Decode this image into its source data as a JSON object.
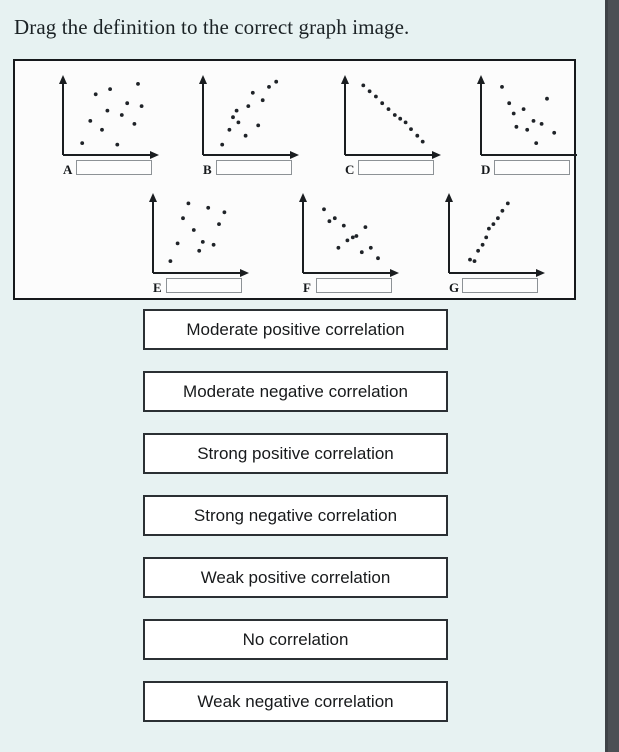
{
  "prompt": "Drag the definition to the correct graph image.",
  "graphs": [
    {
      "label": "A",
      "pattern": "no-correlation",
      "points": [
        [
          0.18,
          0.12
        ],
        [
          0.27,
          0.42
        ],
        [
          0.33,
          0.78
        ],
        [
          0.4,
          0.3
        ],
        [
          0.46,
          0.56
        ],
        [
          0.49,
          0.85
        ],
        [
          0.57,
          0.1
        ],
        [
          0.62,
          0.5
        ],
        [
          0.68,
          0.66
        ],
        [
          0.76,
          0.38
        ],
        [
          0.8,
          0.92
        ],
        [
          0.84,
          0.62
        ]
      ]
    },
    {
      "label": "B",
      "pattern": "moderate-positive",
      "points": [
        [
          0.18,
          0.1
        ],
        [
          0.26,
          0.3
        ],
        [
          0.3,
          0.47
        ],
        [
          0.34,
          0.56
        ],
        [
          0.36,
          0.4
        ],
        [
          0.44,
          0.22
        ],
        [
          0.47,
          0.62
        ],
        [
          0.52,
          0.8
        ],
        [
          0.58,
          0.36
        ],
        [
          0.63,
          0.7
        ],
        [
          0.7,
          0.88
        ],
        [
          0.78,
          0.95
        ]
      ]
    },
    {
      "label": "C",
      "pattern": "strong-negative",
      "points": [
        [
          0.17,
          0.9
        ],
        [
          0.24,
          0.82
        ],
        [
          0.31,
          0.75
        ],
        [
          0.38,
          0.66
        ],
        [
          0.45,
          0.58
        ],
        [
          0.52,
          0.5
        ],
        [
          0.58,
          0.45
        ],
        [
          0.64,
          0.4
        ],
        [
          0.7,
          0.31
        ],
        [
          0.77,
          0.22
        ],
        [
          0.83,
          0.14
        ]
      ]
    },
    {
      "label": "D",
      "pattern": "no-correlation",
      "points": [
        [
          0.2,
          0.88
        ],
        [
          0.28,
          0.66
        ],
        [
          0.33,
          0.52
        ],
        [
          0.36,
          0.34
        ],
        [
          0.44,
          0.58
        ],
        [
          0.48,
          0.3
        ],
        [
          0.55,
          0.42
        ],
        [
          0.58,
          0.12
        ],
        [
          0.64,
          0.38
        ],
        [
          0.7,
          0.72
        ],
        [
          0.78,
          0.26
        ]
      ]
    },
    {
      "label": "E",
      "pattern": "no-correlation",
      "points": [
        [
          0.16,
          0.12
        ],
        [
          0.24,
          0.36
        ],
        [
          0.3,
          0.7
        ],
        [
          0.36,
          0.9
        ],
        [
          0.42,
          0.54
        ],
        [
          0.48,
          0.26
        ],
        [
          0.52,
          0.38
        ],
        [
          0.58,
          0.84
        ],
        [
          0.64,
          0.34
        ],
        [
          0.7,
          0.62
        ],
        [
          0.76,
          0.78
        ]
      ]
    },
    {
      "label": "F",
      "pattern": "moderate-negative",
      "points": [
        [
          0.2,
          0.82
        ],
        [
          0.26,
          0.66
        ],
        [
          0.32,
          0.7
        ],
        [
          0.36,
          0.3
        ],
        [
          0.42,
          0.6
        ],
        [
          0.46,
          0.4
        ],
        [
          0.52,
          0.44
        ],
        [
          0.56,
          0.46
        ],
        [
          0.62,
          0.24
        ],
        [
          0.66,
          0.58
        ],
        [
          0.72,
          0.3
        ],
        [
          0.8,
          0.16
        ]
      ]
    },
    {
      "label": "G",
      "pattern": "strong-positive",
      "points": [
        [
          0.2,
          0.14
        ],
        [
          0.25,
          0.12
        ],
        [
          0.29,
          0.26
        ],
        [
          0.34,
          0.34
        ],
        [
          0.38,
          0.44
        ],
        [
          0.41,
          0.56
        ],
        [
          0.46,
          0.62
        ],
        [
          0.51,
          0.7
        ],
        [
          0.56,
          0.8
        ],
        [
          0.62,
          0.9
        ]
      ]
    }
  ],
  "options": [
    {
      "label": "Moderate positive correlation"
    },
    {
      "label": "Moderate negative correlation"
    },
    {
      "label": "Strong positive correlation"
    },
    {
      "label": "Strong negative correlation"
    },
    {
      "label": "Weak positive correlation"
    },
    {
      "label": "No correlation"
    },
    {
      "label": "Weak negative correlation"
    }
  ],
  "colors": {
    "background": "#e7f2f2",
    "panel": "#fcfcfc",
    "panel_border": "#16191c",
    "option_border": "#2b3034",
    "text": "#17191b",
    "chrome_strip": "#4c5054"
  }
}
